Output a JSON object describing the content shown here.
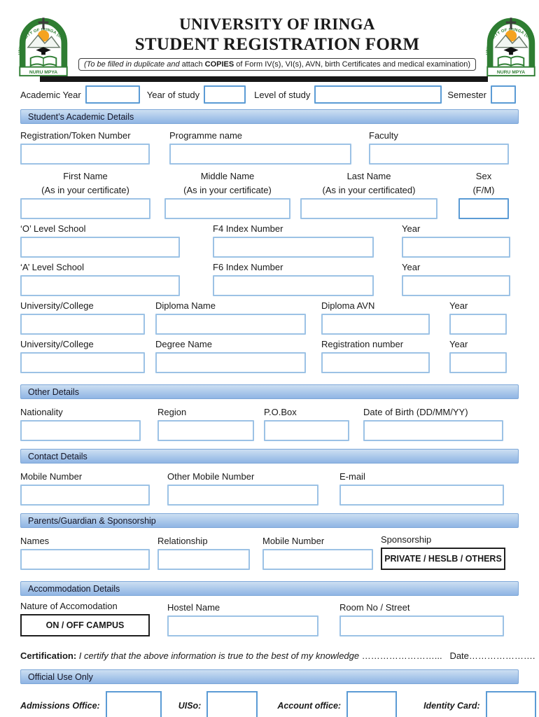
{
  "colors": {
    "bar_top": "#cddff2",
    "bar_mid": "#a9c7ea",
    "bar_bottom": "#8fb5e4",
    "bar_border": "#7da7d8",
    "box_light": "#9cc2e5",
    "box_strong": "#5b9bd5",
    "dark_border": "#1f1f1f",
    "logo_green": "#2e7d32",
    "sun_orange": "#f5a31f",
    "text": "#1a1a1a"
  },
  "header": {
    "title1": "UNIVERSITY OF IRINGA",
    "title2": "STUDENT REGISTRATION FORM",
    "subtitle": {
      "s1": "(To be filled in duplicate and",
      "s2": " attach ",
      "s3": "COPIES",
      "s4": " of Form IV(s), VI(s), AVN, birth Certificates and medical examination)"
    },
    "logo": {
      "arc": "UNIVERSITY OF IRINGA (UoI)",
      "banner": "NURU MPYA"
    }
  },
  "top_row": {
    "academic_year": "Academic Year",
    "year_of_study": "Year of study",
    "level_of_study": "Level of study",
    "semester": "Semester"
  },
  "academic": {
    "title": "Student’s Academic Details",
    "registration": "Registration/Token Number",
    "programme": "Programme name",
    "faculty": "Faculty",
    "first_name": "First Name",
    "middle_name": "Middle Name",
    "last_name": "Last Name",
    "sex": "Sex",
    "cert_note": "(As in your certificate)",
    "cert_note_last": "(As in your certificated)",
    "sex_note": "(F/M)",
    "o_level": "‘O’ Level School",
    "f4": "F4 Index Number",
    "year": "Year",
    "a_level": "‘A’ Level School",
    "f6": "F6 Index Number",
    "univ": "University/College",
    "diploma_name": "Diploma Name",
    "diploma_avn": "Diploma AVN",
    "degree_name": "Degree Name",
    "reg_number": "Registration number"
  },
  "other": {
    "title": "Other Details",
    "nationality": "Nationality",
    "region": "Region",
    "pobox": "P.O.Box",
    "dob": "Date of Birth (DD/MM/YY)"
  },
  "contact": {
    "title": "Contact Details",
    "mobile": "Mobile Number",
    "other_mobile": "Other Mobile Number",
    "email": "E-mail"
  },
  "parents": {
    "title": "Parents/Guardian & Sponsorship",
    "names": "Names",
    "relationship": "Relationship",
    "mobile": "Mobile Number",
    "sponsorship": "Sponsorship",
    "sponsorship_options": "PRIVATE / HESLB / OTHERS"
  },
  "accommodation": {
    "title": "Accommodation Details",
    "nature": "Nature of Accomodation",
    "nature_options": "ON / OFF CAMPUS",
    "hostel": "Hostel Name",
    "room": "Room No / Street"
  },
  "certification": {
    "label": "Certification:",
    "text": "I certify that the above information is true to the best of my knowledge",
    "dots": "……………………...",
    "date": "Date…………………."
  },
  "official": {
    "title": "Official Use Only",
    "admissions": "Admissions Office:",
    "uiso": "UISo:",
    "account": "Account office:",
    "identity": "Identity Card:",
    "sign_lines": [
      "………………………....",
      "……………………………....",
      "………………………………..",
      "……………………………...."
    ]
  }
}
